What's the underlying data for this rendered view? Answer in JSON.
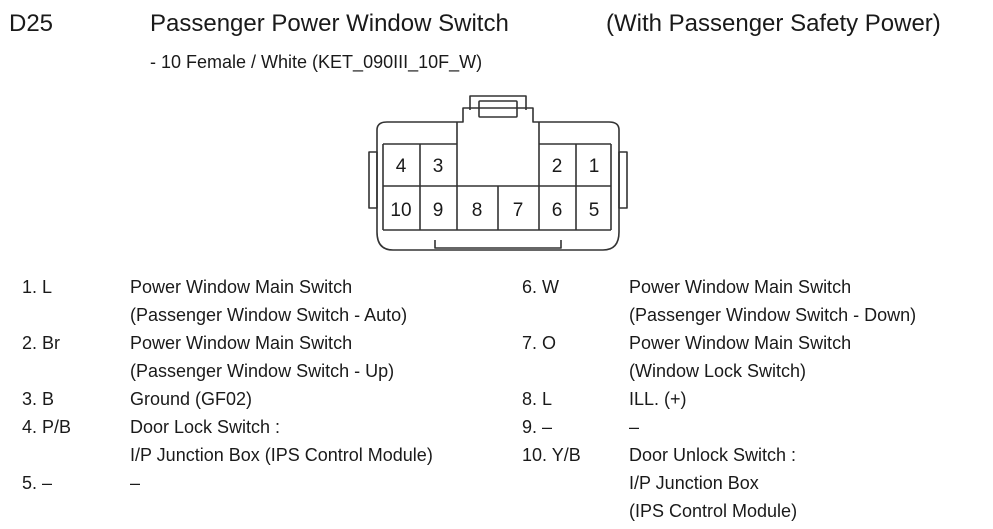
{
  "header": {
    "code": "D25",
    "title": "Passenger Power Window Switch",
    "note": "(With Passenger Safety Power)",
    "subtitle": "- 10 Female / White (KET_090III_10F_W)"
  },
  "connector": {
    "top_row": [
      "4",
      "3",
      "2",
      "1"
    ],
    "bottom_row": [
      "10",
      "9",
      "8",
      "7",
      "6",
      "5"
    ]
  },
  "pins_left": [
    {
      "id": "1. L",
      "desc": [
        "Power Window Main Switch",
        "(Passenger Window Switch - Auto)"
      ]
    },
    {
      "id": "2. Br",
      "desc": [
        "Power Window Main Switch",
        "(Passenger Window Switch - Up)"
      ]
    },
    {
      "id": "3. B",
      "desc": [
        "Ground (GF02)"
      ]
    },
    {
      "id": "4. P/B",
      "desc": [
        "Door Lock Switch :",
        "I/P Junction Box (IPS Control Module)"
      ]
    },
    {
      "id": "5. –",
      "desc": [
        "–"
      ]
    }
  ],
  "pins_right": [
    {
      "id": "6. W",
      "desc": [
        "Power Window Main Switch",
        "(Passenger Window Switch - Down)"
      ]
    },
    {
      "id": "7. O",
      "desc": [
        "Power Window Main Switch",
        "(Window Lock Switch)"
      ]
    },
    {
      "id": "8. L",
      "desc": [
        "ILL. (+)"
      ]
    },
    {
      "id": "9. –",
      "desc": [
        "–"
      ]
    },
    {
      "id": "10. Y/B",
      "desc": [
        "Door Unlock Switch :",
        "I/P Junction Box",
        "(IPS Control Module)"
      ]
    }
  ]
}
